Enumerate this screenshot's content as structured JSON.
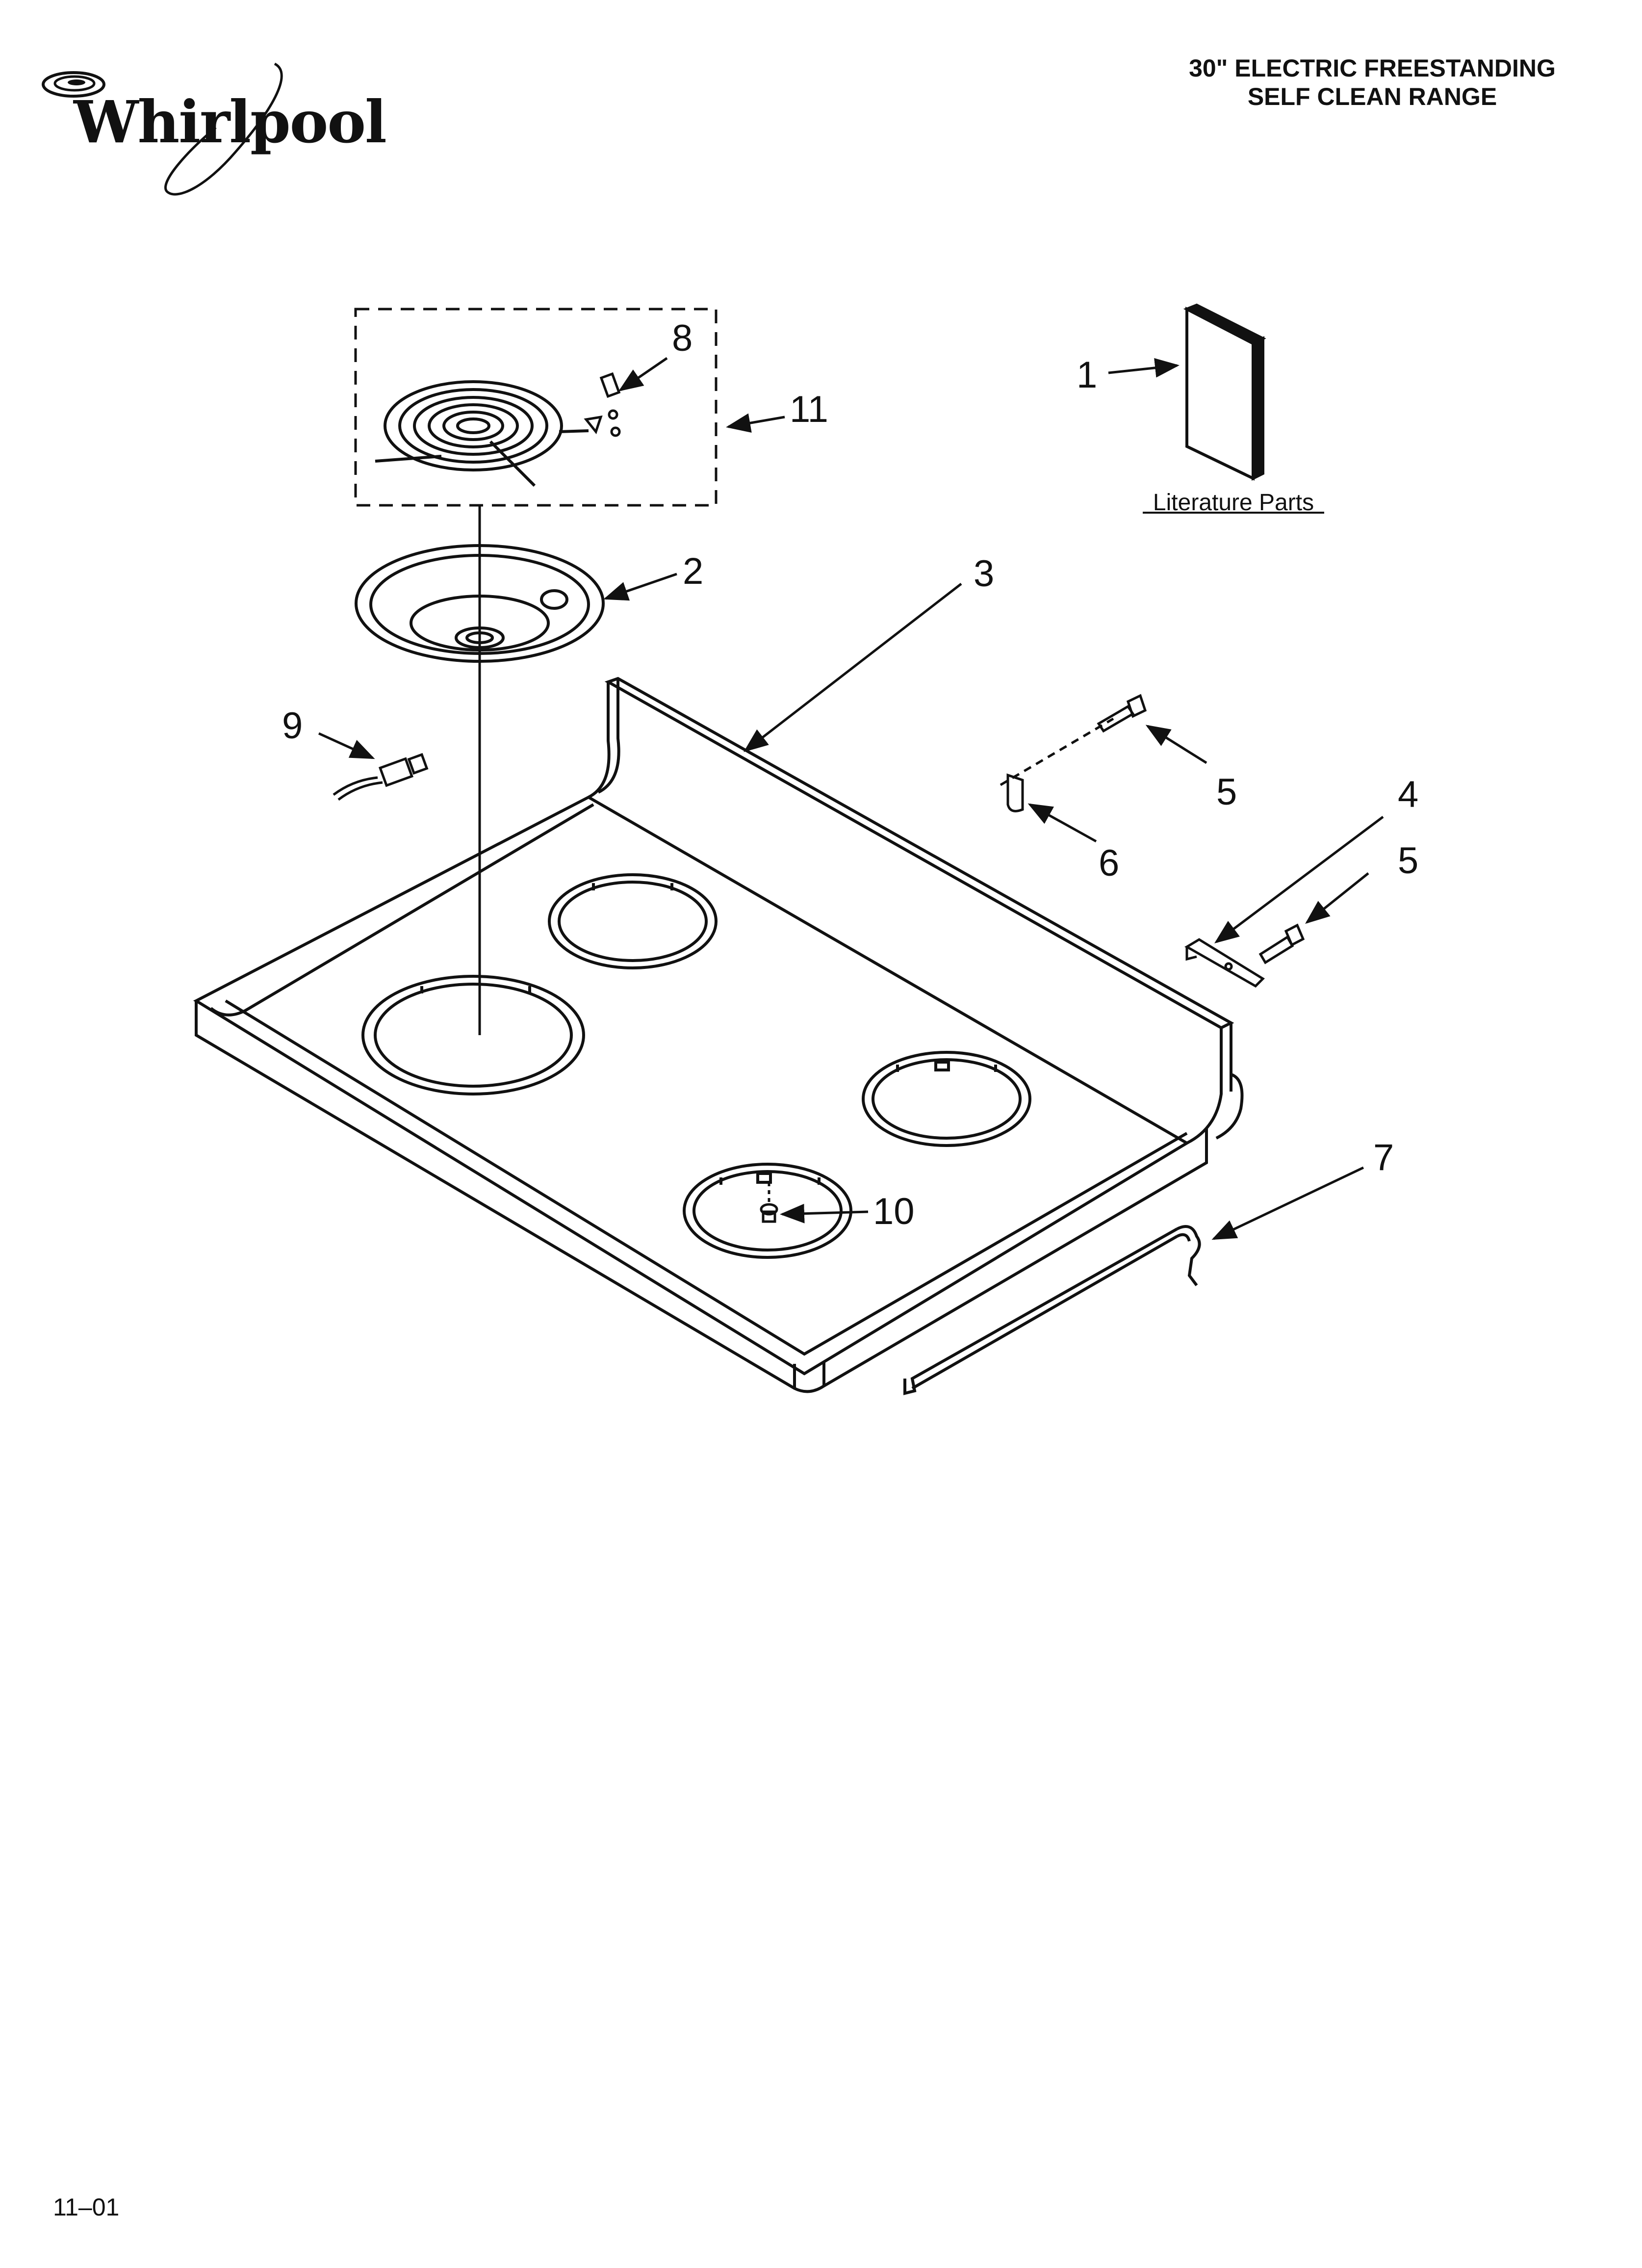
{
  "brand": {
    "name": "Whirlpool",
    "logo_icon": "whirlpool-swirl-logo"
  },
  "header": {
    "line1": "30\" ELECTRIC FREESTANDING",
    "line2": "SELF CLEAN RANGE"
  },
  "diagram": {
    "literature_label": "Literature Parts",
    "callouts": {
      "c1": "1",
      "c2": "2",
      "c3": "3",
      "c4": "4",
      "c5a": "5",
      "c5b": "5",
      "c6": "6",
      "c7": "7",
      "c8": "8",
      "c9": "9",
      "c10": "10",
      "c11": "11"
    }
  },
  "footer": {
    "code": "11–01"
  }
}
